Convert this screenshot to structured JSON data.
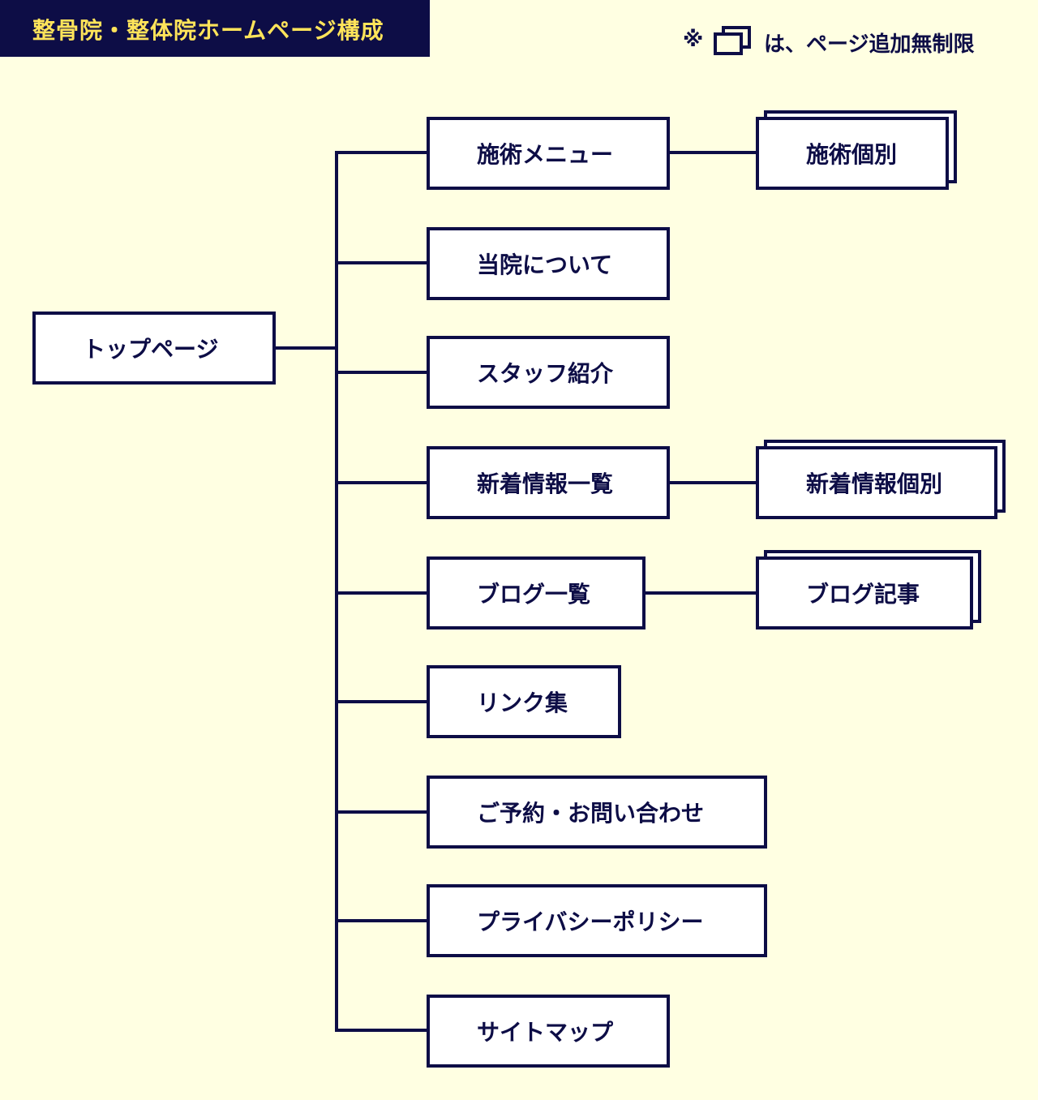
{
  "header": {
    "title": "整骨院・整体院ホームページ構成"
  },
  "legend": {
    "mark": "※",
    "icon": "stacked-pages-icon",
    "text": "は、ページ追加無制限"
  },
  "colors": {
    "background": "#ffffe2",
    "navy": "#0d0d46",
    "title_text": "#ffe45a",
    "box_fill": "#ffffff"
  },
  "tree": {
    "root": "トップページ",
    "children": [
      {
        "label": "施術メニュー",
        "child": "施術個別"
      },
      {
        "label": "当院について"
      },
      {
        "label": "スタッフ紹介"
      },
      {
        "label": "新着情報一覧",
        "child": "新着情報個別"
      },
      {
        "label": "ブログ一覧",
        "child": "ブログ記事"
      },
      {
        "label": "リンク集"
      },
      {
        "label": "ご予約・お問い合わせ"
      },
      {
        "label": "プライバシーポリシー"
      },
      {
        "label": "サイトマップ"
      }
    ]
  }
}
